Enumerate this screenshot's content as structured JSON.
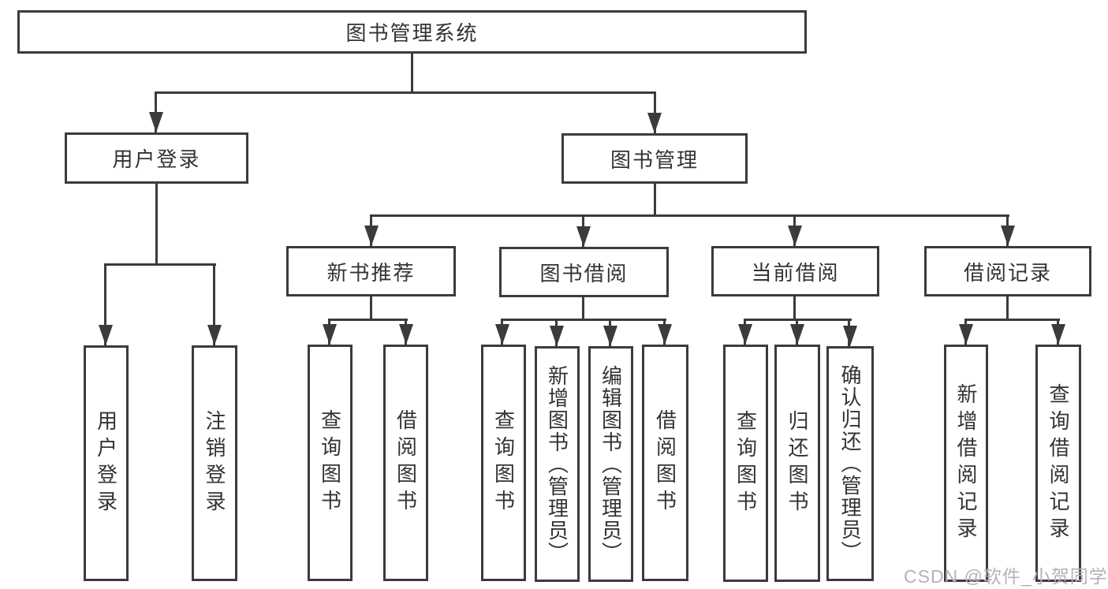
{
  "tree": {
    "root": {
      "label": "图书管理系统"
    },
    "user_login": {
      "label": "用户登录",
      "children": {
        "login": "用户登录",
        "logout": "注销登录"
      }
    },
    "book_mgmt": {
      "label": "图书管理"
    },
    "new_books": {
      "label": "新书推荐",
      "children": {
        "query": "查询图书",
        "borrow": "借阅图书"
      }
    },
    "book_borrow": {
      "label": "图书借阅",
      "children": {
        "query": "查询图书",
        "add": "新增图书（管理员）",
        "edit": "编辑图书（管理员）",
        "borrow": "借阅图书"
      }
    },
    "current_borrow": {
      "label": "当前借阅",
      "children": {
        "query": "查询图书",
        "return": "归还图书",
        "confirm": "确认归还（管理员）"
      }
    },
    "borrow_records": {
      "label": "借阅记录",
      "children": {
        "add": "新增借阅记录",
        "query": "查询借阅记录"
      }
    }
  },
  "watermark": "CSDN @软件_小贺同学",
  "colors": {
    "line": "#3b3b3b",
    "text": "#333333",
    "watermark": "#b3b3b3",
    "bg": "#ffffff"
  }
}
